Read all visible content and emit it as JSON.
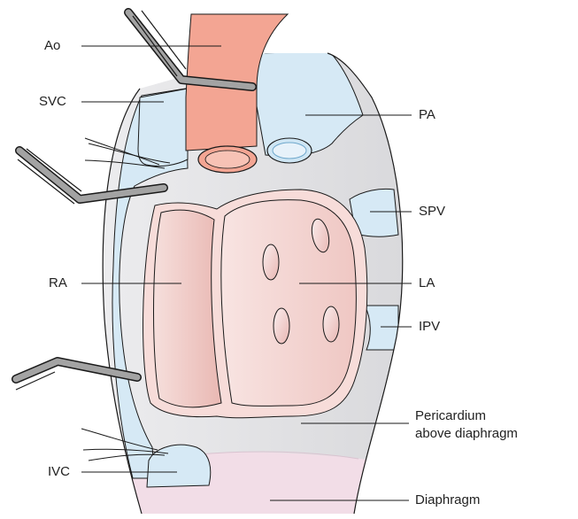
{
  "labels": {
    "ao": "Ao",
    "svc": "SVC",
    "pa": "PA",
    "spv": "SPV",
    "ra": "RA",
    "la": "LA",
    "ipv": "IPV",
    "pericardium_line1": "Pericardium",
    "pericardium_line2": "above diaphragm",
    "ivc": "IVC",
    "diaphragm": "Diaphragm"
  },
  "colors": {
    "pericardium_field": "#e0e0e2",
    "vessel_blue": "#d6e9f5",
    "aorta": "#f3a593",
    "atrium_fill": "#f7dcd9",
    "atrium_border": "#f2ad97",
    "diaphragm": "#f2dde7",
    "clamp": "#9a9a9a",
    "outline": "#1a1a1a"
  }
}
